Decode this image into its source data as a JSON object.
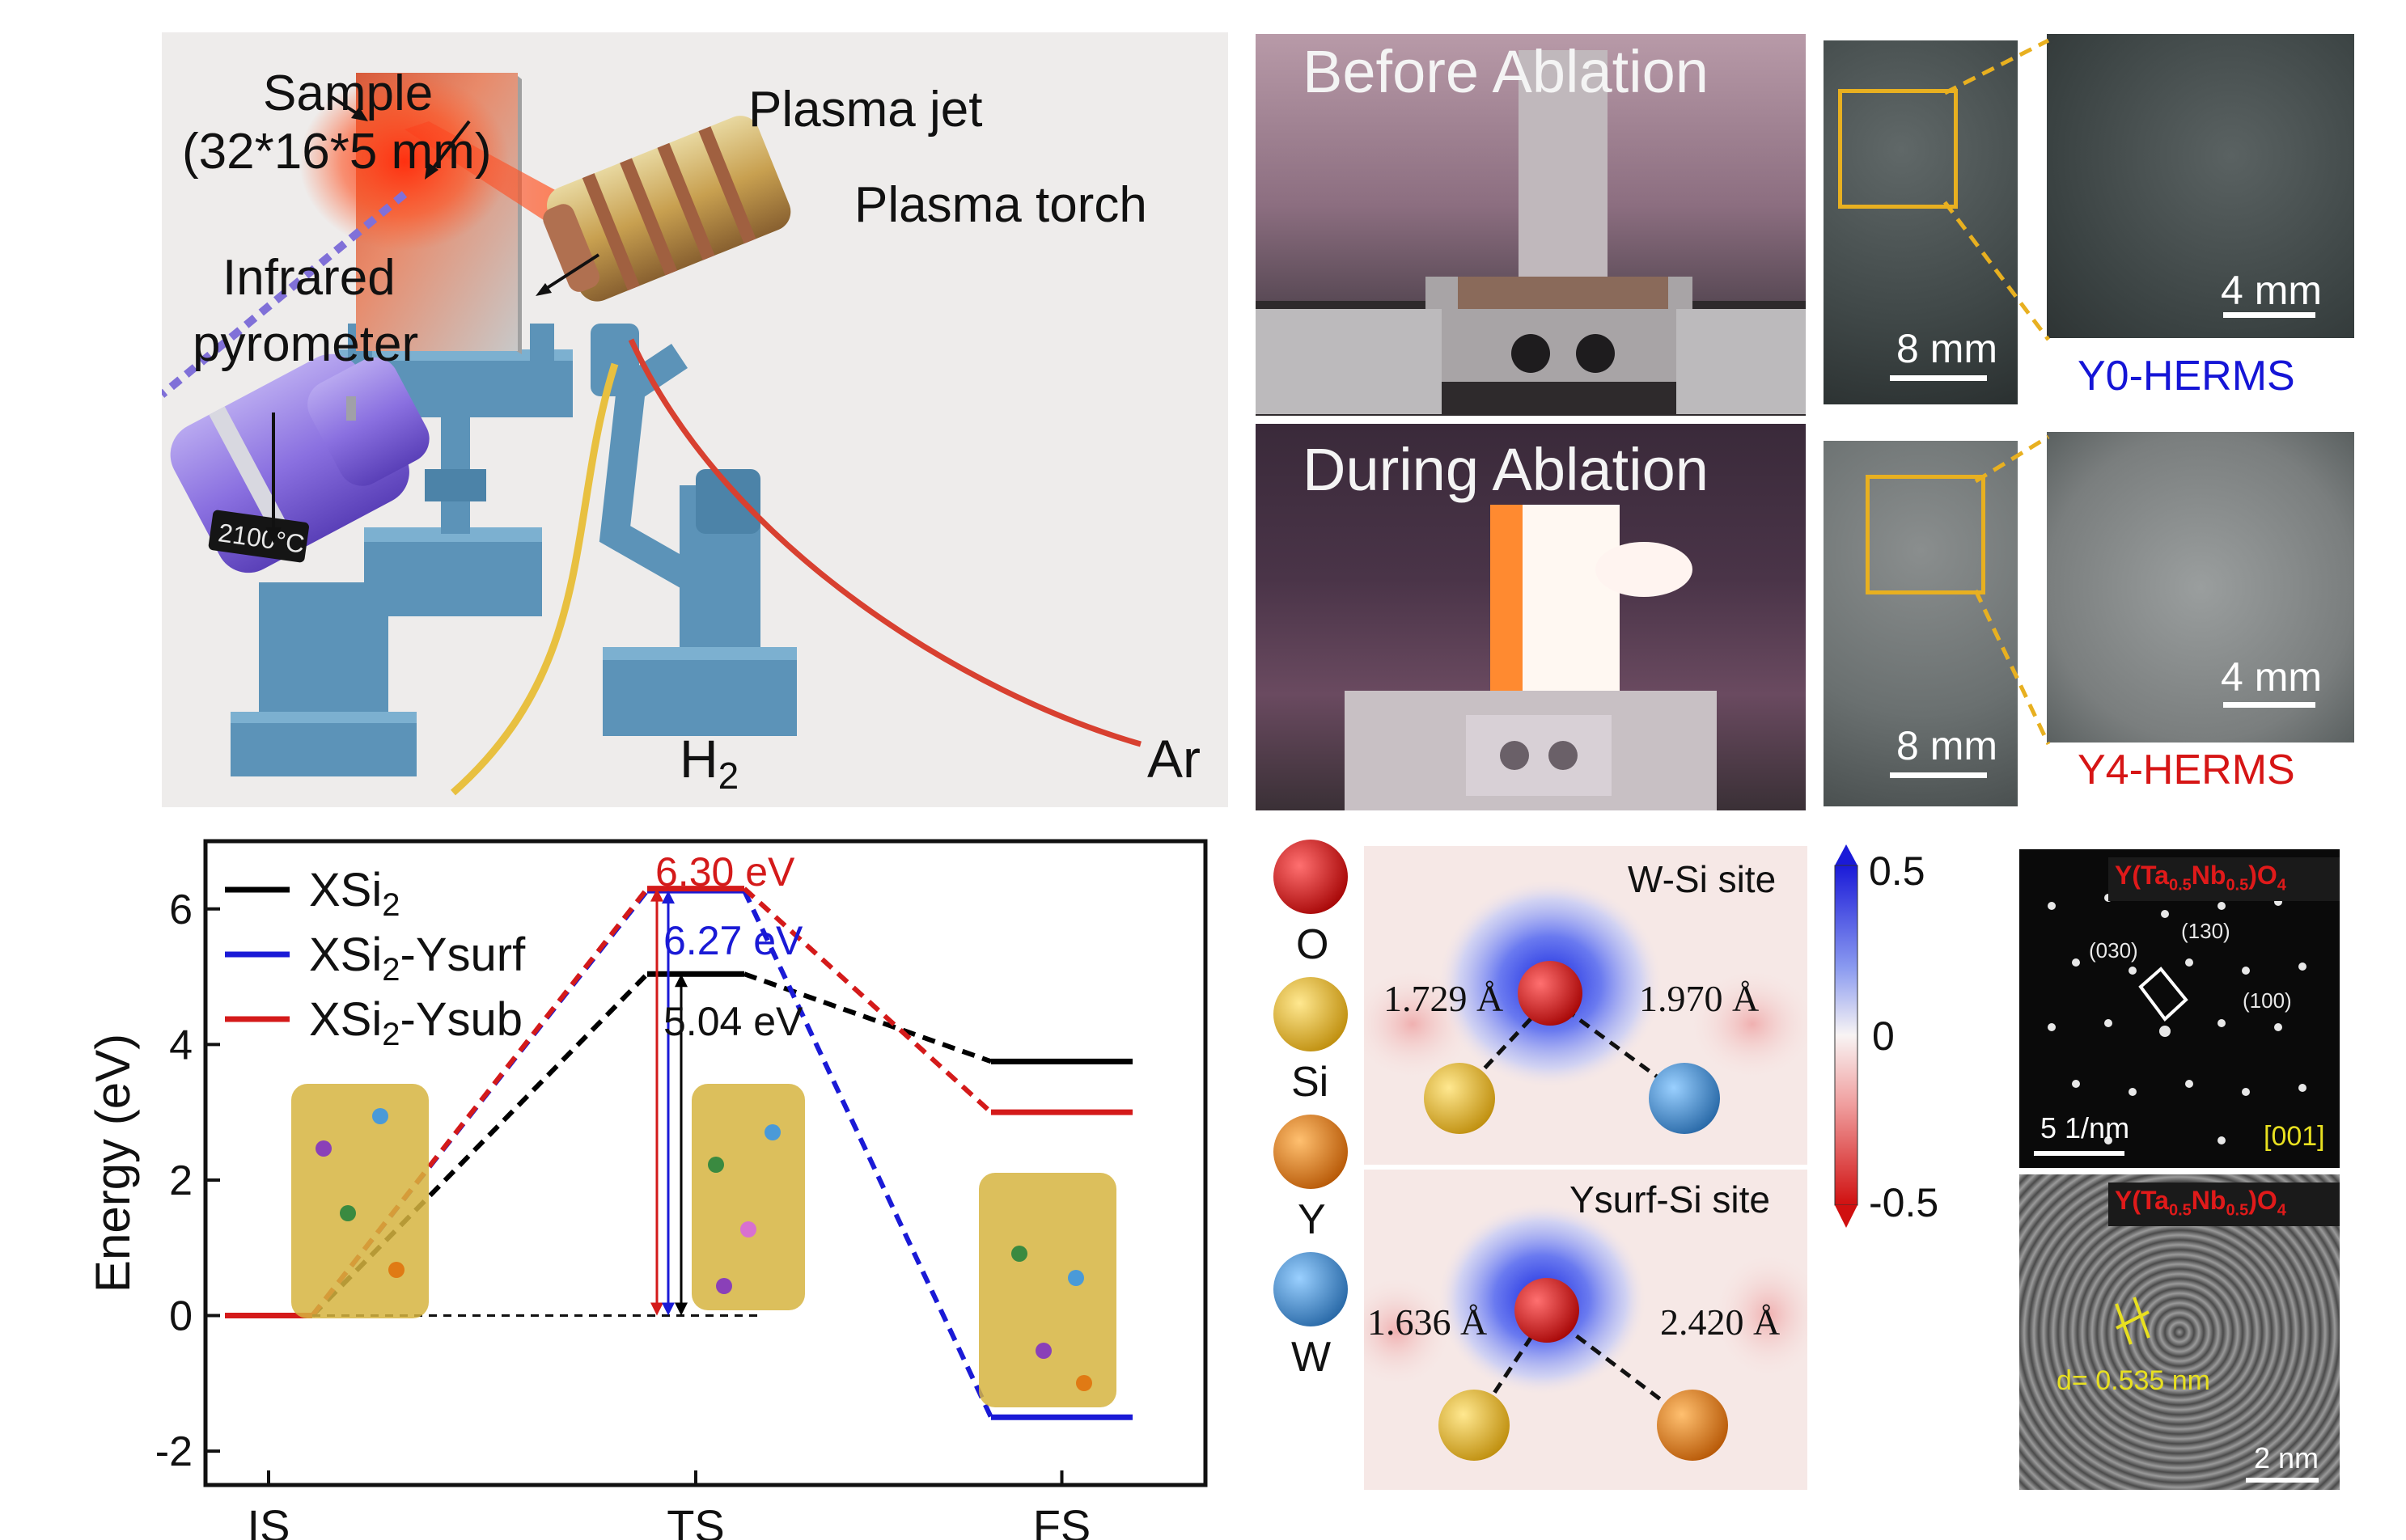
{
  "setup": {
    "sample_label": "Sample",
    "sample_dims": "(32*16*5 mm)",
    "plasma_jet": "Plasma jet",
    "plasma_torch": "Plasma torch",
    "pyrometer_line1": "Infrared",
    "pyrometer_line2": "pyrometer",
    "readout": "2100°C",
    "gas_h": "H",
    "gas_h_sub": "2",
    "gas_ar": "Ar"
  },
  "photos": {
    "before": "Before Ablation",
    "during": "During Ablation"
  },
  "surfaces": {
    "scale_large": "8 mm",
    "scale_zoom": "4 mm",
    "y0_label": "Y0-HERMS",
    "y4_label": "Y4-HERMS",
    "y0_color": "#1515d6",
    "y4_color": "#d61515"
  },
  "energy_chart": {
    "chart_data": {
      "type": "line",
      "title": "",
      "xlabel": "",
      "ylabel": "Energy (eV)",
      "categories": [
        "IS",
        "TS",
        "FS"
      ],
      "ylim": [
        -2.5,
        7
      ],
      "yticks": [
        -2,
        0,
        2,
        4,
        6
      ],
      "series": [
        {
          "name": "XSi",
          "sub": "2",
          "suffix": "",
          "color": "#000000",
          "values": [
            0,
            5.04,
            3.75
          ]
        },
        {
          "name": "XSi",
          "sub": "2",
          "suffix": "-Ysurf",
          "color": "#1a1ad6",
          "values": [
            0,
            6.27,
            -1.5
          ]
        },
        {
          "name": "XSi",
          "sub": "2",
          "suffix": "-Ysub",
          "color": "#d41a1a",
          "values": [
            0,
            6.3,
            3.0
          ]
        }
      ],
      "annotations": [
        {
          "text": "6.30 eV",
          "color": "#d41a1a",
          "value": 6.3
        },
        {
          "text": "6.27 eV",
          "color": "#1a1ad6",
          "value": 6.27
        },
        {
          "text": "5.04 eV",
          "color": "#000000",
          "value": 5.04
        }
      ],
      "legend_position": "top-left",
      "grid": false
    }
  },
  "charge_map": {
    "legend": [
      {
        "label": "O",
        "color": "#d41414"
      },
      {
        "label": "Si",
        "color": "#e8b828"
      },
      {
        "label": "Y",
        "color": "#e07a14"
      },
      {
        "label": "W",
        "color": "#3f8ed0"
      }
    ],
    "top_title": "W-Si site",
    "top_left_len": "1.729 Å",
    "top_right_len": "1.970 Å",
    "bottom_title": "Ysurf-Si site",
    "bottom_left_len": "1.636 Å",
    "bottom_right_len": "2.420 Å",
    "colorbar_max": "0.5",
    "colorbar_mid": "0",
    "colorbar_min": "-0.5"
  },
  "tem": {
    "formula_main": "Y(Ta",
    "formula_sub1": "0.5",
    "formula_mid": "Nb",
    "formula_sub2": "0.5",
    "formula_end": ")O",
    "formula_sub3": "4",
    "spot_030": "(030)",
    "spot_130": "(130)",
    "spot_100": "(100)",
    "zone_axis": "[001]",
    "saed_scale": "5 1/nm",
    "d_spacing": "d= 0.535 nm",
    "hrtem_scale": "2 nm"
  }
}
